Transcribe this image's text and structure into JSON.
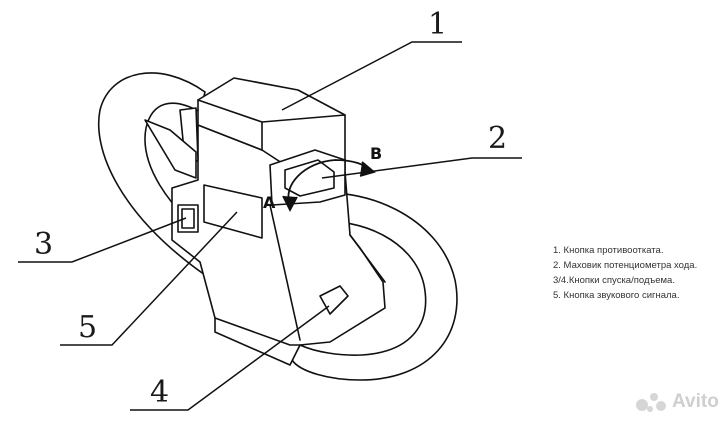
{
  "callouts": {
    "c1": "1",
    "c2": "2",
    "c3": "3",
    "c4": "4",
    "c5": "5",
    "dir_a": "A",
    "dir_b": "B"
  },
  "legend": {
    "items": [
      "1. Кнопка противоотката.",
      "2. Маховик потенциометра хода.",
      "3/4.Кнопки спуска/подъема.",
      "5. Кнопка звукового сигнала."
    ]
  },
  "watermark": {
    "text": "Avito"
  },
  "colors": {
    "line": "#111111",
    "watermark": "#cfcfcf"
  }
}
